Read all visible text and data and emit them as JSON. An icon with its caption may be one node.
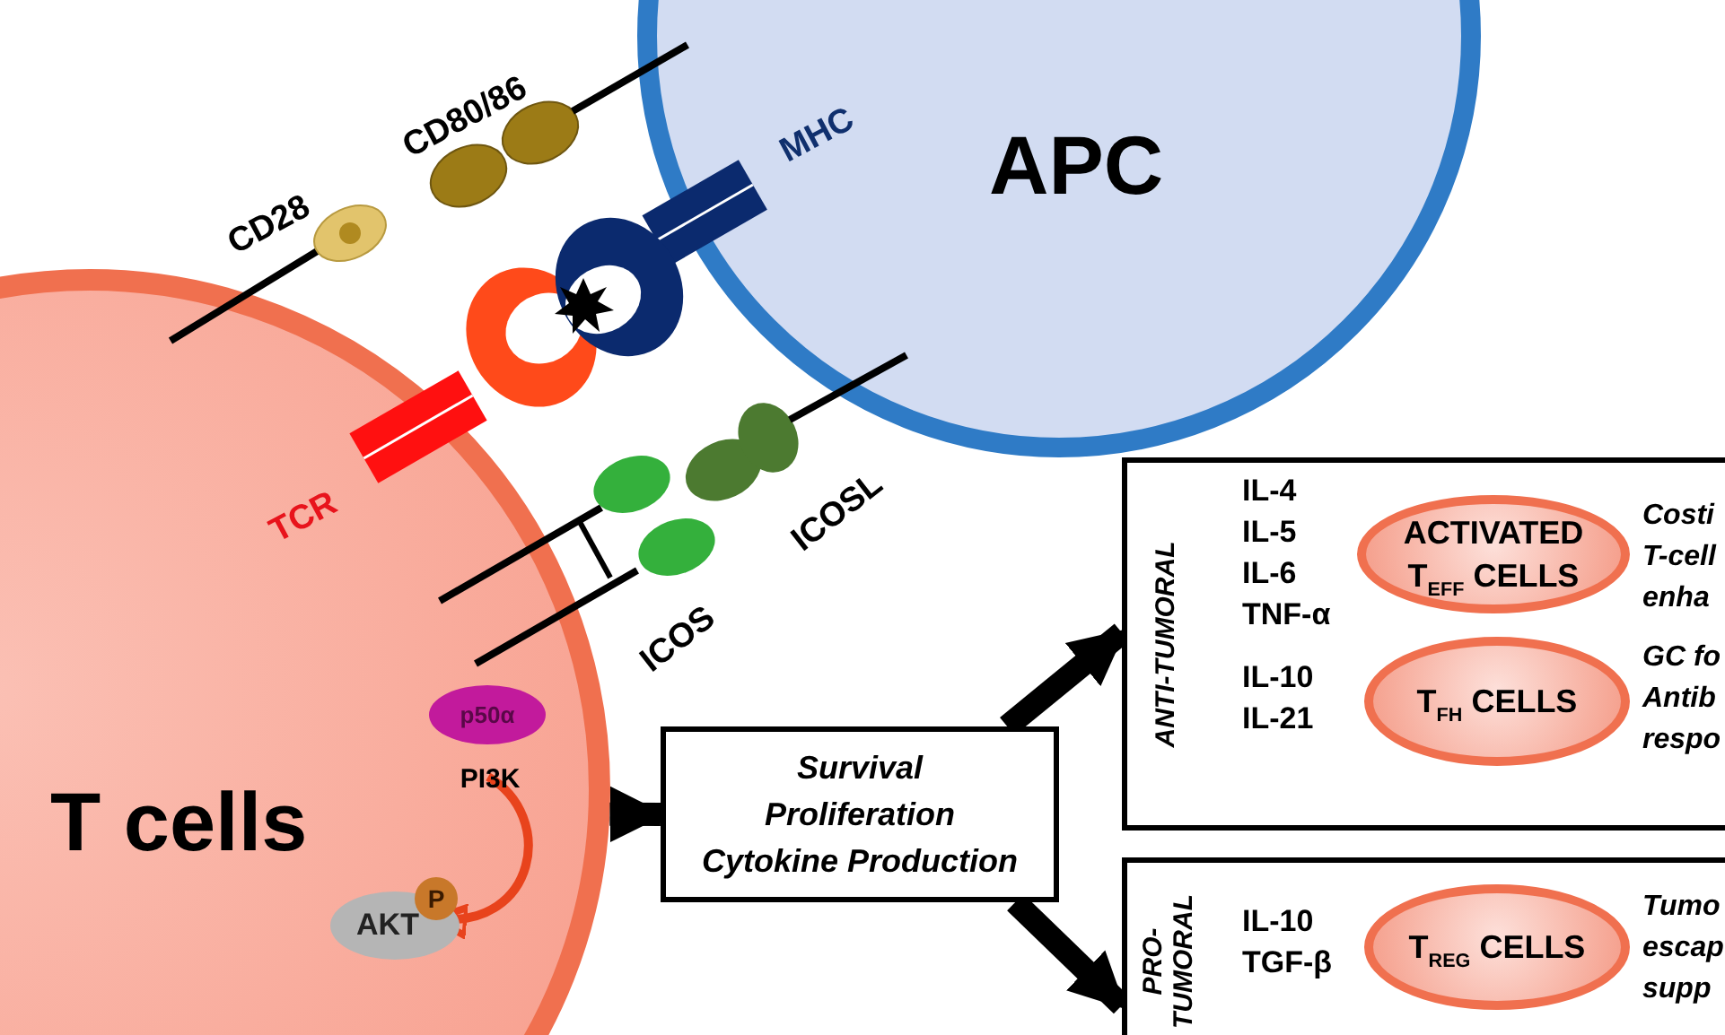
{
  "diagram": {
    "nodes": [
      {
        "text": [
          "T cells"
        ]
      },
      {
        "text": [
          "APC"
        ]
      },
      {
        "text": [
          "p50α"
        ],
        "in": 0
      },
      {
        "text": [
          "PI3K"
        ],
        "in": 0
      },
      {
        "text": [
          "AKT"
        ],
        "in": 0
      },
      {
        "text": [
          "P"
        ],
        "in": 0
      },
      {
        "text": [
          "Survival Proliferation Cytokine Production"
        ]
      },
      {
        "text": [
          "ANTI-TUMORAL"
        ]
      },
      {
        "text": [
          "ACTIVATED T$_{EFF}$ CELLS"
        ],
        "in": 7,
        "beside": [
          "IL-4 IL-5 IL-6 TNF-α",
          "Costi T-cell enha"
        ]
      },
      {
        "text": [
          "T$_{FH}$ CELLS"
        ],
        "in": 7,
        "beside": [
          "IL-10 IL-21",
          "GC fo Antib respo"
        ]
      },
      {
        "text": [
          "PRO- TUMORAL"
        ]
      },
      {
        "text": [
          "T$_{REG}$ CELLS"
        ],
        "in": 10,
        "beside": [
          "IL-10 TGF-β",
          "Tumo escap supp"
        ]
      }
    ],
    "edges": [
      {
        "from": 3,
        "to": 4,
        "arrow": "to",
        "color": "#e8431c"
      },
      {
        "from": 0,
        "to": 6,
        "arrow": "to"
      },
      {
        "from": 6,
        "to": 7,
        "arrow": "to"
      },
      {
        "from": 6,
        "to": 10,
        "arrow": "to"
      }
    ],
    "labels": [
      "CD80/86",
      "CD28",
      "MHC",
      "TCR",
      "ICOSL",
      "ICOS"
    ]
  }
}
